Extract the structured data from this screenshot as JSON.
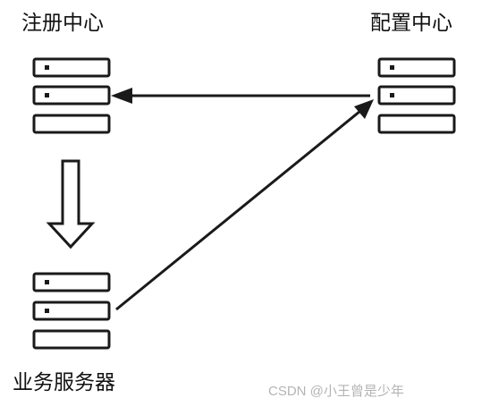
{
  "nodes": {
    "registry": {
      "label": "注册中心"
    },
    "config": {
      "label": "配置中心"
    },
    "business": {
      "label": "业务服务器"
    }
  },
  "watermark": "CSDN @小王曾是少年",
  "colors": {
    "stroke": "#1a1a1a",
    "watermark": "#b4b4b4",
    "background": "#ffffff"
  }
}
